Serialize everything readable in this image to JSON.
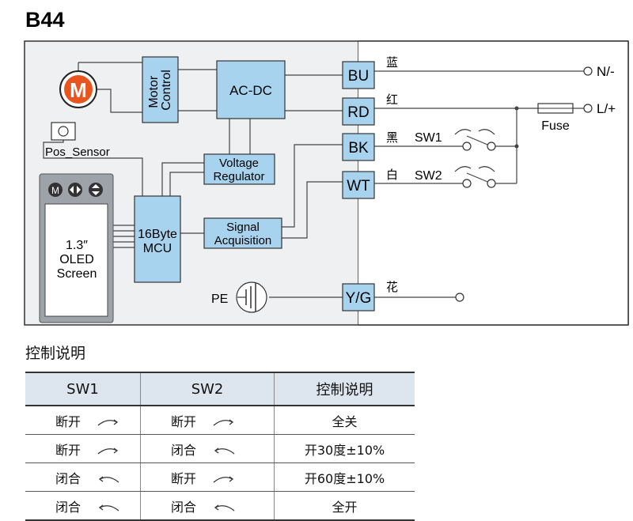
{
  "model": "B44",
  "blocks": {
    "motor_symbol": "M",
    "motor_control": [
      "Motor",
      "Control"
    ],
    "ac_dc": "AC-DC",
    "voltage_regulator": [
      "Voltage",
      "Regulator"
    ],
    "mcu": [
      "16Byte",
      "MCU"
    ],
    "signal_acquisition": [
      "Signal",
      "Acquisition"
    ],
    "pos_sensor": "Pos_Sensor",
    "oled": [
      "1.3″",
      "OLED",
      "Screen"
    ],
    "pe": "PE"
  },
  "terminals": [
    {
      "code": "BU",
      "color_name": "蓝"
    },
    {
      "code": "RD",
      "color_name": "红"
    },
    {
      "code": "BK",
      "color_name": "黑",
      "switch": "SW1"
    },
    {
      "code": "WT",
      "color_name": "白",
      "switch": "SW2"
    },
    {
      "code": "Y/G",
      "color_name": "花"
    }
  ],
  "outputs": {
    "neutral": "N/-",
    "live": "L/+",
    "fuse": "Fuse"
  },
  "table": {
    "title": "控制说明",
    "headers": [
      "SW1",
      "SW2",
      "控制说明"
    ],
    "rows": [
      {
        "sw1": "断开",
        "sw1_icon": "arc-open",
        "sw2": "断开",
        "sw2_icon": "arc-open",
        "desc": "全关"
      },
      {
        "sw1": "断开",
        "sw1_icon": "arc-open",
        "sw2": "闭合",
        "sw2_icon": "arc-closed",
        "desc": "开30度±10%"
      },
      {
        "sw1": "闭合",
        "sw1_icon": "arc-closed",
        "sw2": "断开",
        "sw2_icon": "arc-open",
        "desc": "开60度±10%"
      },
      {
        "sw1": "闭合",
        "sw1_icon": "arc-closed",
        "sw2": "闭合",
        "sw2_icon": "arc-closed",
        "desc": "全开"
      }
    ]
  },
  "colors": {
    "block_fill": "#a8d3ef",
    "panel_fill": "#eef0f2",
    "motor_orange": "#e8551e",
    "header_fill": "#dde6ef"
  }
}
